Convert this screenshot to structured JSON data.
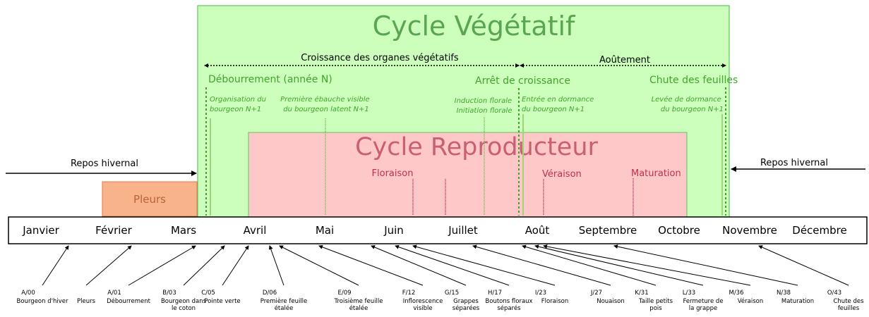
{
  "vegetative": {
    "title": "Cycle Végétatif",
    "growth_label": "Croissance des organes végétatifs",
    "aoutement_label": "Aoûtement",
    "budbreak": "Débourrement (année N)",
    "growth_stop": "Arrêt de croissance",
    "leaf_fall": "Chute des feuilles",
    "organisation": [
      "Organisation du",
      "bourgeon N+1"
    ],
    "first_draft": [
      "Première ébauche visible",
      "du bourgeon latent N+1"
    ],
    "induction": [
      "Induction florale",
      "Initiation florale"
    ],
    "dormancy_entry": [
      "Entrée en dormance",
      "du bourgeon N+1"
    ],
    "dormancy_lift": [
      "Levée de dormance",
      "du bourgeon N+1"
    ]
  },
  "reproductive": {
    "title": "Cycle Reproducteur",
    "floraison": "Floraison",
    "veraison": "Véraison",
    "maturation": "Maturation"
  },
  "pleurs_box": "Pleurs",
  "repos_left": "Repos hivernal",
  "repos_right": "Repos hivernal",
  "months": [
    "Janvier",
    "Février",
    "Mars",
    "Avril",
    "Mai",
    "Juin",
    "Juillet",
    "Août",
    "Septembre",
    "Octobre",
    "Novembre",
    "Décembre"
  ],
  "stages": [
    {
      "code": "A/00",
      "lines": [
        "Bourgeon d'hiver"
      ]
    },
    {
      "code": "",
      "lines": [
        "Pleurs"
      ]
    },
    {
      "code": "A/01",
      "lines": [
        "Débourrement"
      ]
    },
    {
      "code": "B/03",
      "lines": [
        "Bourgeon dans",
        "le coton"
      ]
    },
    {
      "code": "C/05",
      "lines": [
        "Pointe verte"
      ]
    },
    {
      "code": "D/06",
      "lines": [
        "Première feuille",
        "étalée"
      ]
    },
    {
      "code": "E/09",
      "lines": [
        "Troisième feuille",
        "étalée"
      ]
    },
    {
      "code": "F/12",
      "lines": [
        "Inflorescence",
        "visible"
      ]
    },
    {
      "code": "G/15",
      "lines": [
        "Grappes",
        "séparées"
      ]
    },
    {
      "code": "H/17",
      "lines": [
        "Boutons floraux",
        "séparés"
      ]
    },
    {
      "code": "I/23",
      "lines": [
        "Floraison"
      ]
    },
    {
      "code": "J/27",
      "lines": [
        "Nouaison"
      ]
    },
    {
      "code": "K/31",
      "lines": [
        "Taille petits",
        "pois"
      ]
    },
    {
      "code": "L/33",
      "lines": [
        "Fermeture de",
        "la grappe"
      ]
    },
    {
      "code": "M/36",
      "lines": [
        "Véraison"
      ]
    },
    {
      "code": "N/38",
      "lines": [
        "Maturation"
      ]
    },
    {
      "code": "O/43",
      "lines": [
        "Chute des",
        "feuilles"
      ]
    }
  ],
  "colors": {
    "vegetative_fill": "#ccffbb",
    "vegetative_stroke": "#5fc35f",
    "reproductive_fill": "#ffc8c8",
    "pleurs_fill": "#f8b38a",
    "green_text": "#3fa52a",
    "red_text": "#c0304a"
  }
}
